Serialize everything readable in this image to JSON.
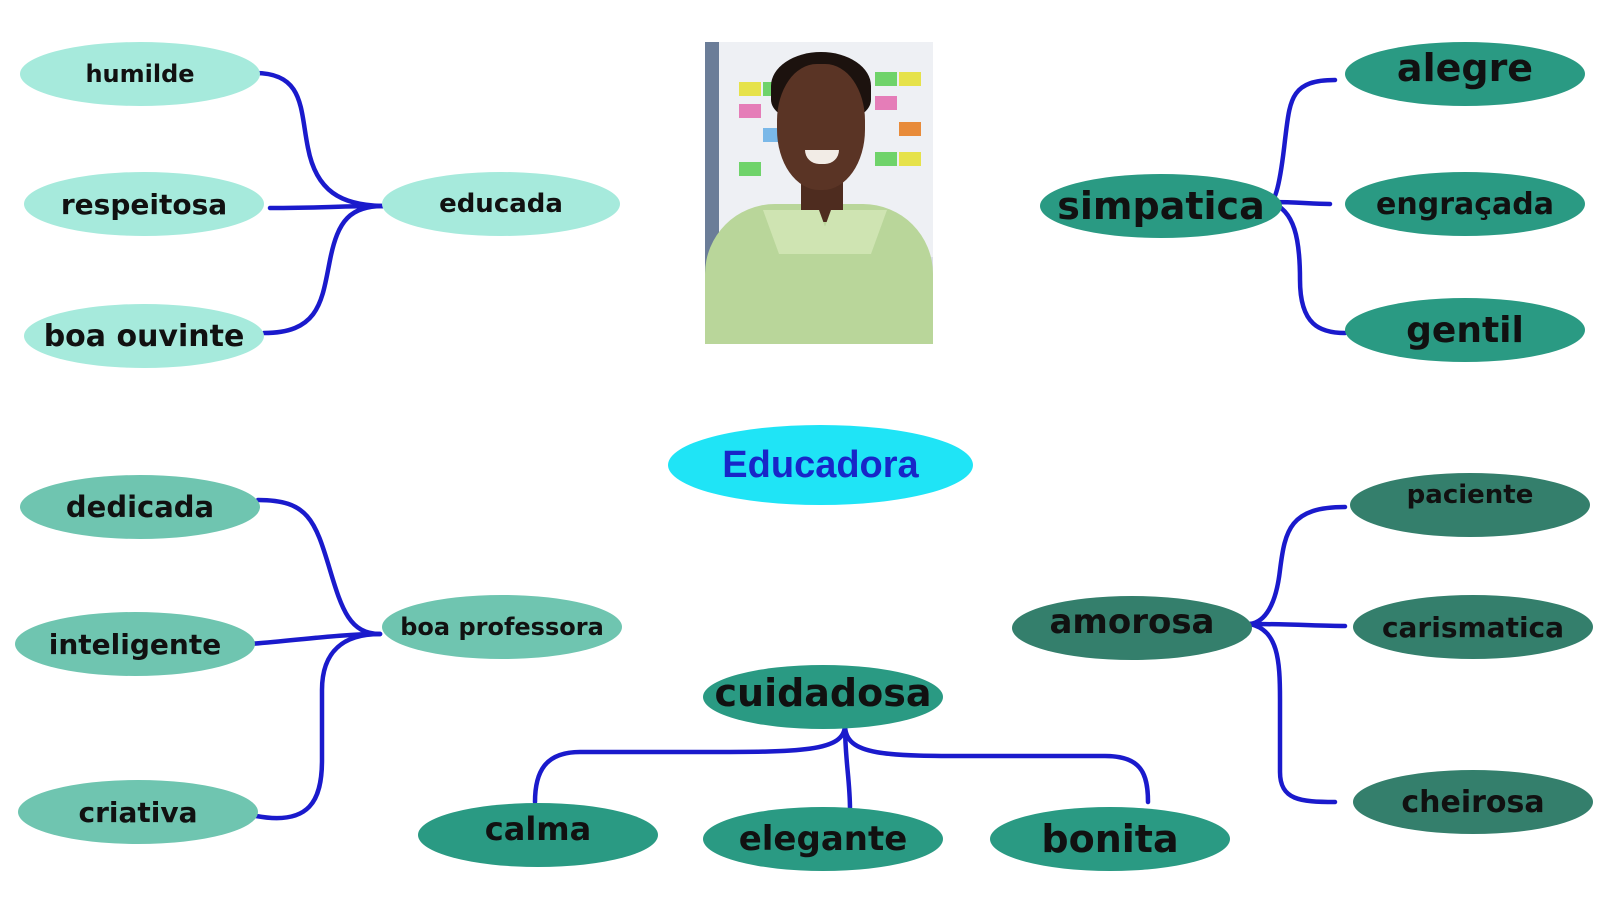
{
  "center": "Educadora",
  "photo": {
    "description_icon": "portrait-photo"
  },
  "groups": {
    "educada": {
      "hub": "educada",
      "items": [
        "humilde",
        "respeitosa",
        "boa ouvinte"
      ]
    },
    "simpatica": {
      "hub": "simpatica",
      "items": [
        "alegre",
        "engraçada",
        "gentil"
      ]
    },
    "boa_professora": {
      "hub": "boa professora",
      "items": [
        "dedicada",
        "inteligente",
        "criativa"
      ]
    },
    "amorosa": {
      "hub": "amorosa",
      "items": [
        "paciente",
        "carismatica",
        "cheirosa"
      ]
    },
    "cuidadosa": {
      "hub": "cuidadosa",
      "items": [
        "calma",
        "elegante",
        "bonita"
      ]
    }
  },
  "colors": {
    "connector": "#1a1acc",
    "light_node": "#a6eadc",
    "teal_node": "#6fc5b0",
    "green_node": "#2a9a83",
    "dark_node": "#347f6c",
    "center_node": "#1fe4f6",
    "center_text": "#1826c8"
  }
}
